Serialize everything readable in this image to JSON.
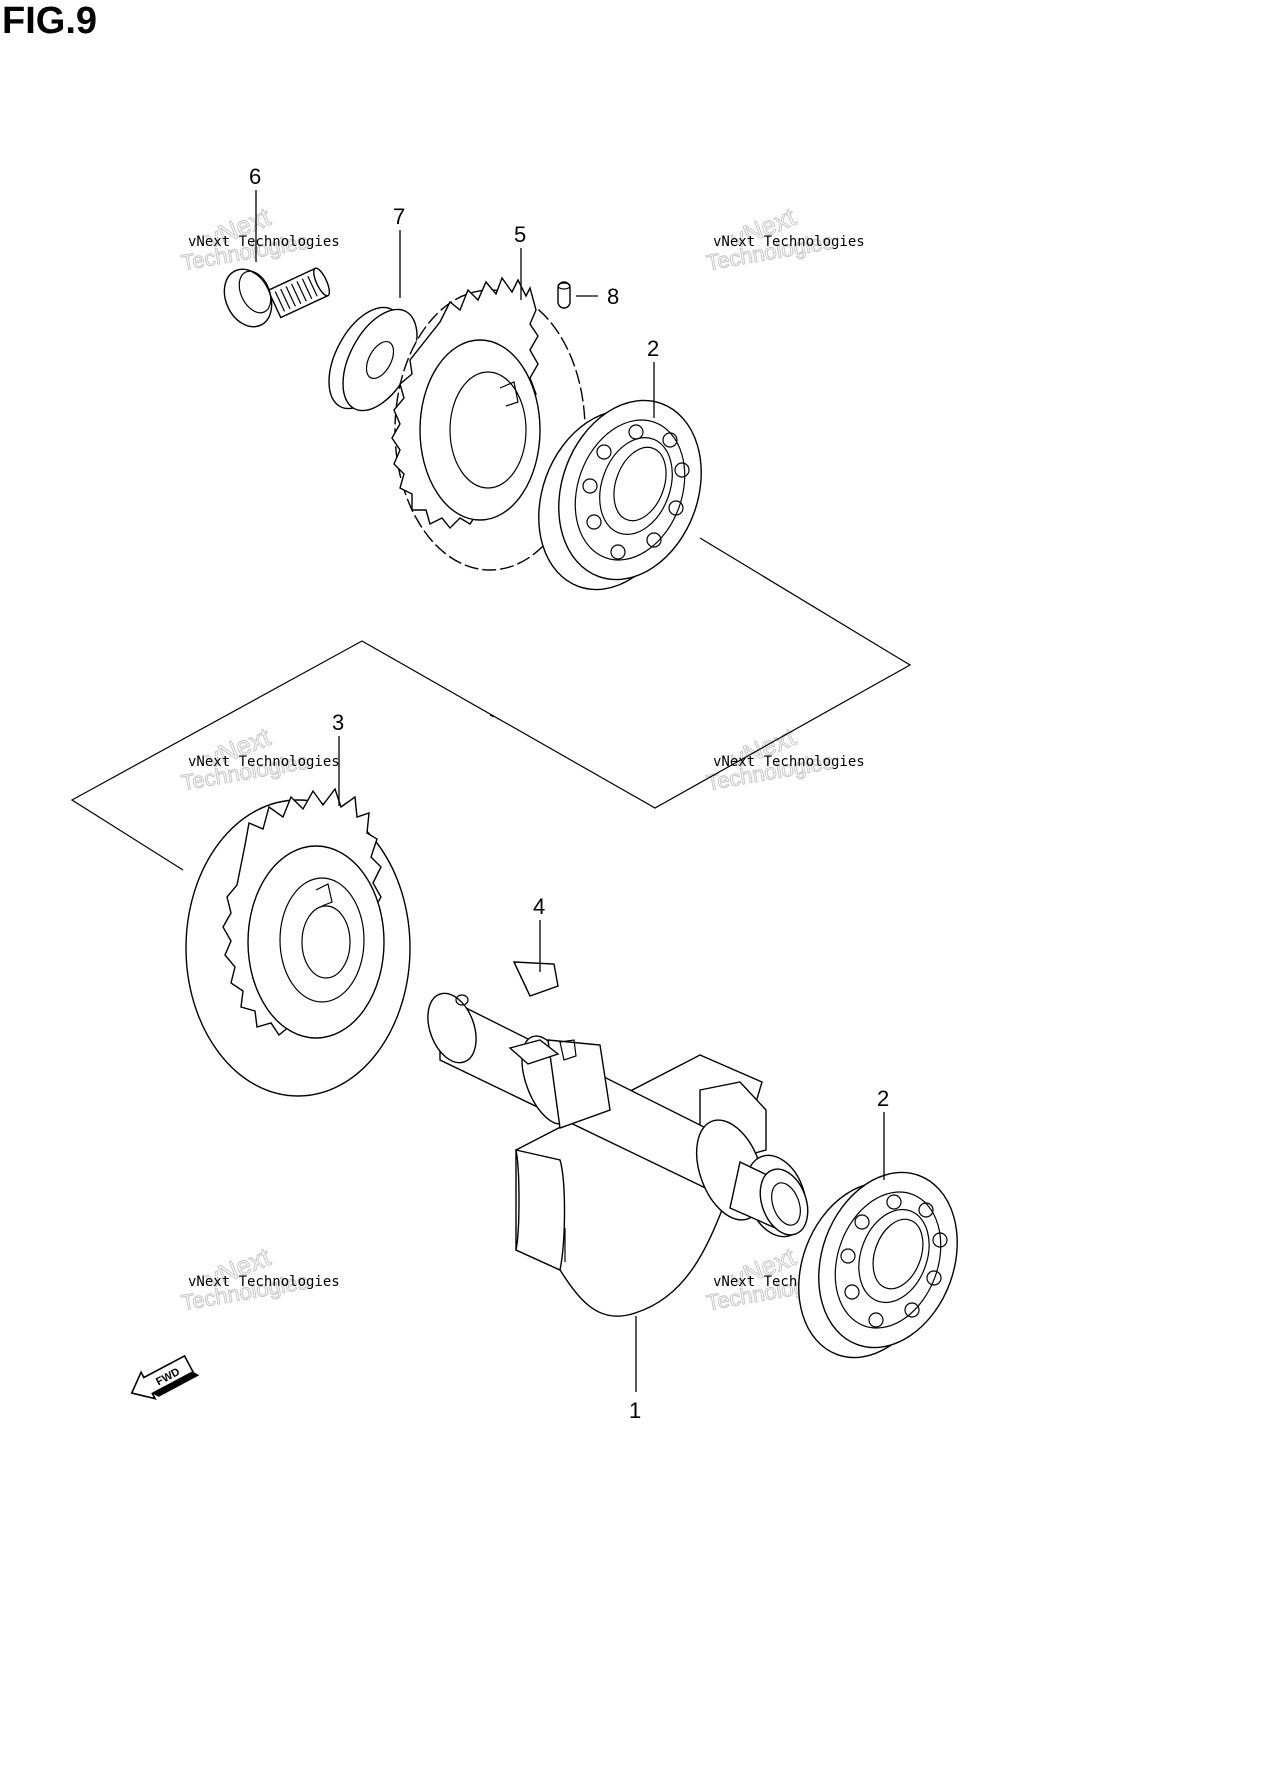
{
  "figure": {
    "title": "FIG.9"
  },
  "callouts": [
    {
      "id": "part-6",
      "label": "6"
    },
    {
      "id": "part-7",
      "label": "7"
    },
    {
      "id": "part-5",
      "label": "5"
    },
    {
      "id": "part-8",
      "label": "8"
    },
    {
      "id": "part-2-top",
      "label": "2"
    },
    {
      "id": "part-3",
      "label": "3"
    },
    {
      "id": "part-4",
      "label": "4"
    },
    {
      "id": "part-2-bottom",
      "label": "2"
    },
    {
      "id": "part-1",
      "label": "1"
    }
  ],
  "watermark": {
    "line1": "vNext Technologies",
    "line2": "vNext",
    "line3": "Technologies"
  },
  "direction_badge": {
    "label": "FWD",
    "icon": "fwd-arrow-icon"
  }
}
